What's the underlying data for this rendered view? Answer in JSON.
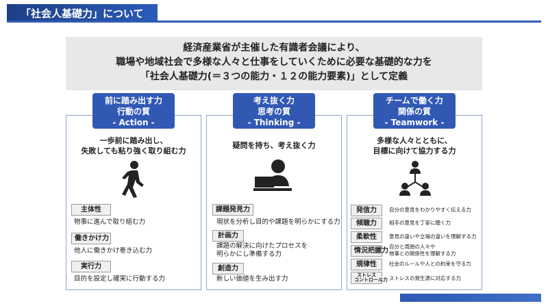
{
  "header": {
    "title": "「社会人基礎力」について"
  },
  "intro": {
    "line1": "経済産業省が主催した有識者会議により、",
    "line2": "職場や地域社会で多様な人々と仕事をしていくために必要な基礎的な力を",
    "line3": "「社会人基礎力(＝３つの能力・１２の能力要素)」として定義"
  },
  "columns": [
    {
      "title": "前に踏み出す力",
      "subtitle": "行動の質",
      "english": "- Action -",
      "desc_line1": "一歩前に踏み出し、",
      "desc_line2": "失敗しても粘り強く取り組む力",
      "icon": "walking-person-icon",
      "items": [
        {
          "label": "主体性",
          "text": "物事に進んで取り組む力"
        },
        {
          "label": "働きかけ力",
          "text": "他人に働きかけ巻き込む力"
        },
        {
          "label": "実行力",
          "text": "目的を設定し確実に行動する力"
        }
      ]
    },
    {
      "title": "考え抜く力",
      "subtitle": "思考の質",
      "english": "- Thinking -",
      "desc_line1": "疑問を持ち、考え抜く力",
      "icon": "person-at-laptop-icon",
      "items": [
        {
          "label": "課題発見力",
          "text": "現状を分析し目的や課題を明らかにする力"
        },
        {
          "label": "計画力",
          "text_line1": "課題の解決に向けたプロセスを",
          "text_line2": "明らかにし準備する力"
        },
        {
          "label": "創造力",
          "text": "新しい価値を生み出す力"
        }
      ]
    },
    {
      "title": "チームで働く力",
      "subtitle": "関係の質",
      "english": "- Teamwork -",
      "desc_line1": "多様な人々とともに、",
      "desc_line2": "目標に向けて協力する力",
      "icon": "team-network-icon",
      "items": [
        {
          "label": "発信力",
          "text": "自分の意見をわかりやすく伝える力"
        },
        {
          "label": "傾聴力",
          "text": "相手の意見を丁寧に聴く力"
        },
        {
          "label": "柔軟性",
          "text": "意見の違いや立場の違いを理解する力"
        },
        {
          "label": "情況把握力",
          "text_line1": "自分と周囲の人々や",
          "text_line2": "物事との関係性を理解する力"
        },
        {
          "label": "規律性",
          "text": "社会のルールや人との約束を守る力"
        },
        {
          "label_line1": "ストレス",
          "label_line2": "コントロール力",
          "text": "ストレスの発生源に対応する力"
        }
      ]
    }
  ],
  "colors": {
    "accent": "#3159b4",
    "headline_bg": "#e8e8e8",
    "box_border": "#8fa3c9"
  }
}
